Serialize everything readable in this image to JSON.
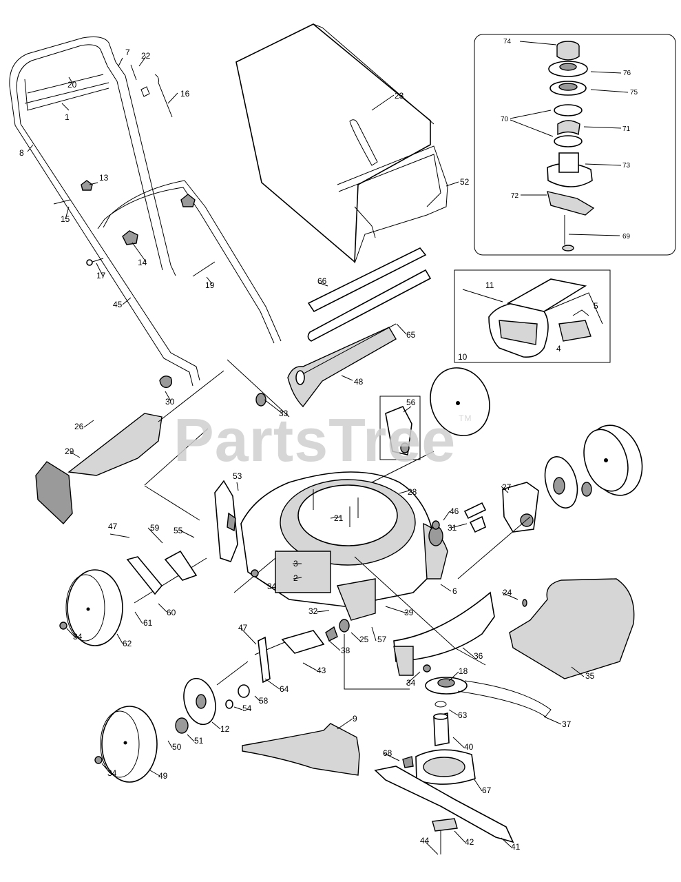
{
  "watermark": {
    "text": "PartsTree",
    "mark": "TM"
  },
  "callouts": {
    "c1": "1",
    "c2": "2",
    "c3": "3",
    "c4": "4",
    "c5": "5",
    "c6": "6",
    "c7": "7",
    "c8": "8",
    "c9": "9",
    "c10": "10",
    "c11": "11",
    "c12": "12",
    "c13": "13",
    "c14": "14",
    "c15": "15",
    "c16": "16",
    "c17": "17",
    "c18": "18",
    "c19": "19",
    "c20": "20",
    "c21": "21",
    "c22": "22",
    "c23": "23",
    "c24": "24",
    "c25": "25",
    "c26": "26",
    "c27": "27",
    "c28": "28",
    "c29": "29",
    "c30": "30",
    "c31": "31",
    "c32": "32",
    "c33": "33",
    "c34": "34",
    "c35": "35",
    "c36": "36",
    "c37": "37",
    "c38": "38",
    "c39": "39",
    "c40": "40",
    "c41": "41",
    "c42": "42",
    "c43": "43",
    "c44": "44",
    "c45": "45",
    "c46": "46",
    "c47": "47",
    "c48": "48",
    "c49": "49",
    "c50": "50",
    "c51": "51",
    "c52": "52",
    "c53": "53",
    "c54": "54",
    "c55": "55",
    "c56": "56",
    "c57": "57",
    "c58": "58",
    "c59": "59",
    "c60": "60",
    "c61": "61",
    "c62": "62",
    "c63": "63",
    "c64": "64",
    "c65": "65",
    "c66": "66",
    "c67": "67",
    "c68": "68",
    "c69": "69",
    "c70": "70",
    "c71": "71",
    "c72": "72",
    "c73": "73",
    "c74": "74",
    "c75": "75",
    "c76": "76"
  }
}
